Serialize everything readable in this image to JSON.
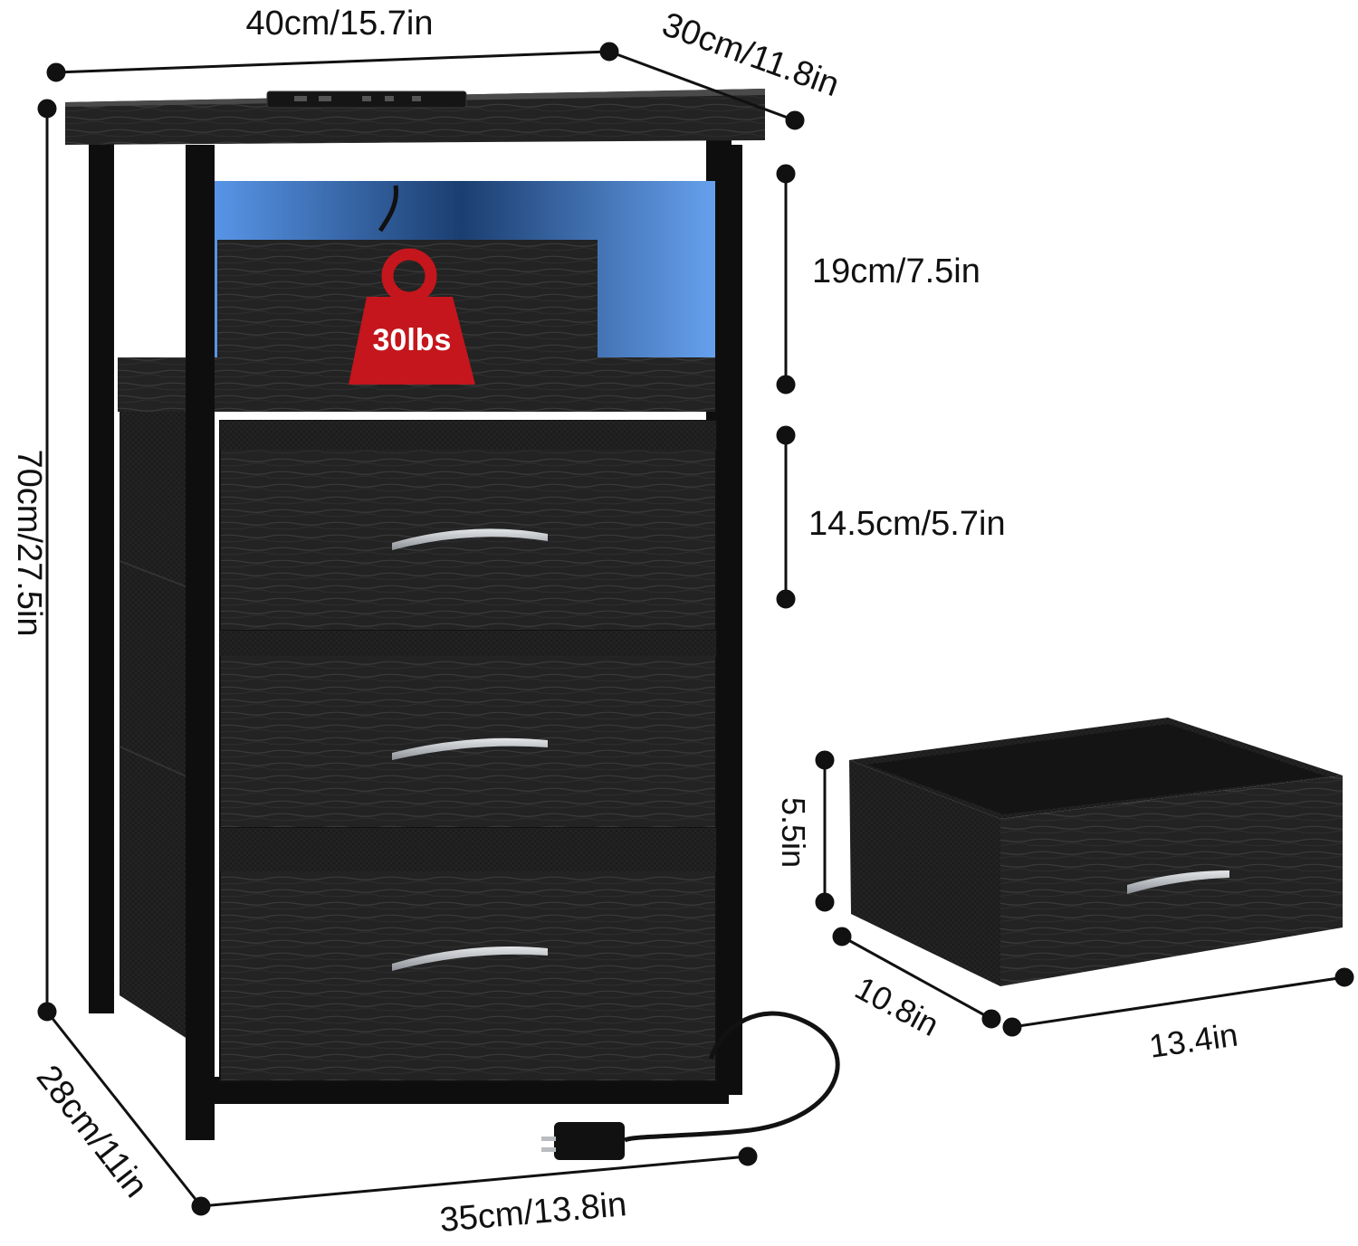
{
  "dimensions": {
    "top_width": "40cm/15.7in",
    "top_depth": "30cm/11.8in",
    "total_height": "70cm/27.5in",
    "shelf_height": "19cm/7.5in",
    "drawer_height": "14.5cm/5.7in",
    "base_depth": "28cm/11in",
    "base_width": "35cm/13.8in"
  },
  "drawer_detail": {
    "height": "5.5in",
    "depth": "10.8in",
    "width": "13.4in"
  },
  "load_badge": {
    "text": "30lbs",
    "color": "#c4161c"
  },
  "colors": {
    "wood": "#232323",
    "frame": "#0e0e0e",
    "led": "#4a8ee8",
    "handle": "#b9bdc2"
  },
  "icons": [
    "weight-icon",
    "power-plug-icon"
  ]
}
